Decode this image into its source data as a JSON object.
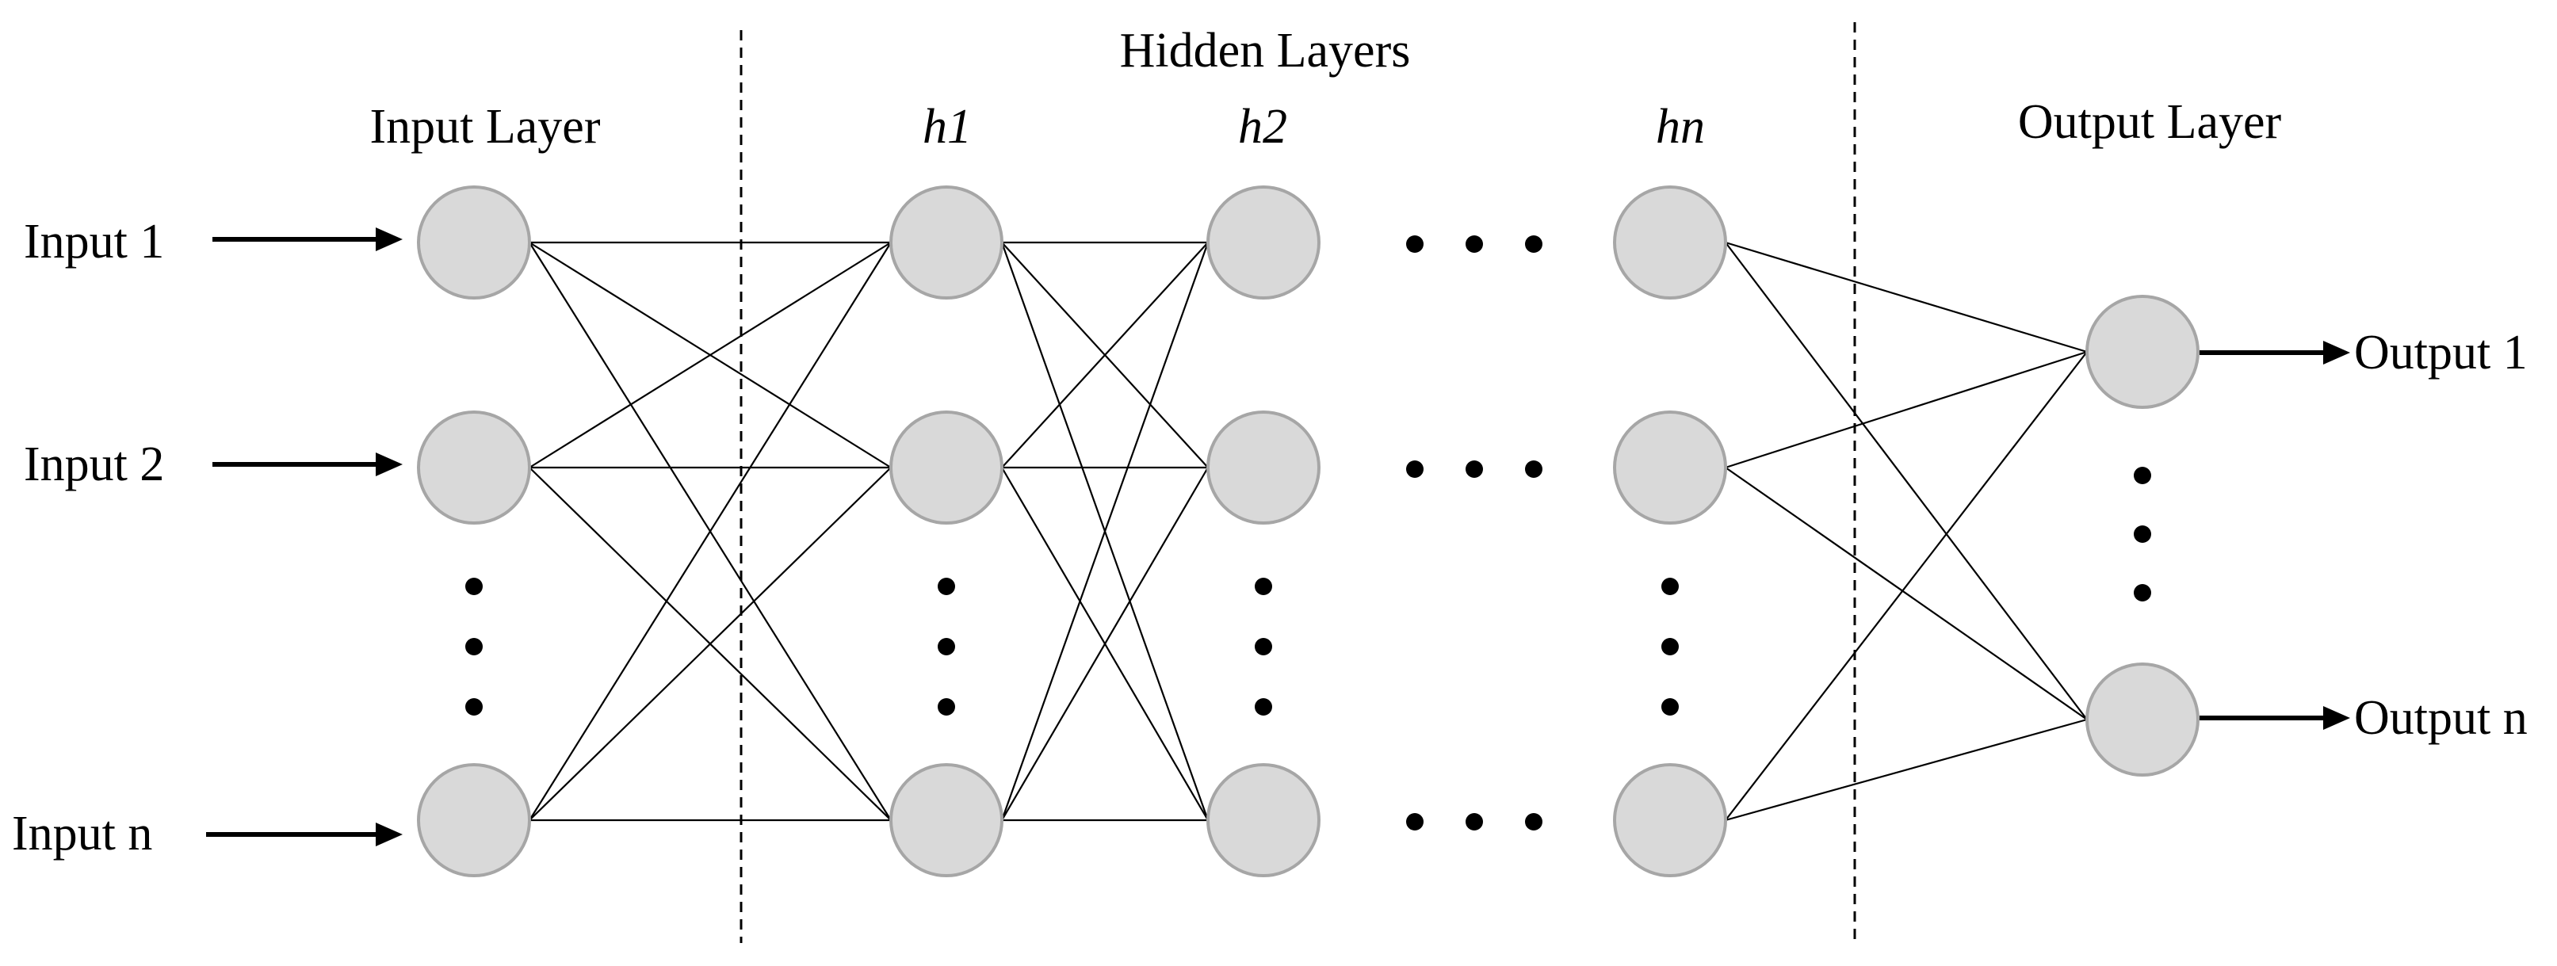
{
  "headers": {
    "input_layer": "Input Layer",
    "hidden_layers": "Hidden Layers",
    "output_layer": "Output Layer"
  },
  "hidden_labels": {
    "h1": "h1",
    "h2": "h2",
    "hn": "hn"
  },
  "inputs": [
    "Input 1",
    "Input 2",
    "Input n"
  ],
  "outputs": [
    "Output 1",
    "Output n"
  ],
  "colors": {
    "neuron_fill": "#d9d9d9",
    "neuron_stroke": "#a6a6a6",
    "line": "#000000",
    "background": "#ffffff"
  }
}
